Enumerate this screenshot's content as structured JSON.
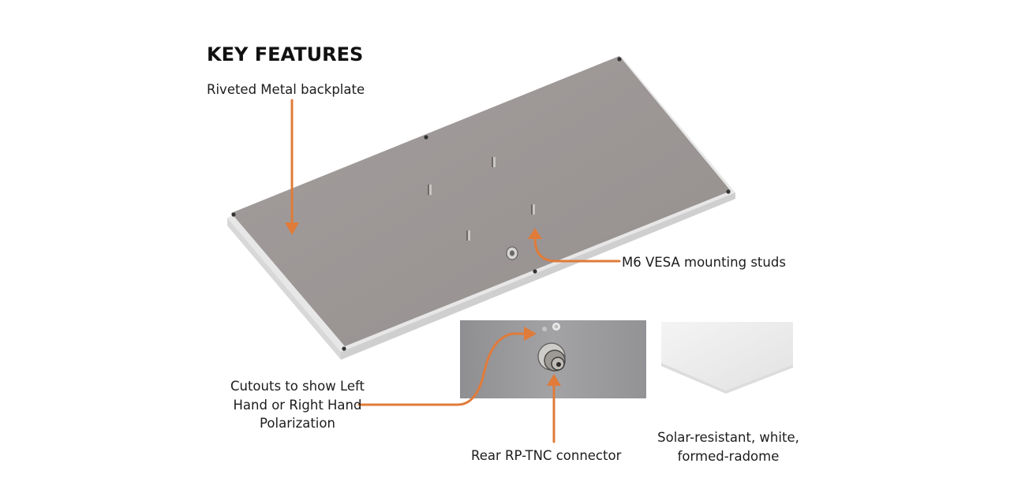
{
  "header": {
    "title": "KEY FEATURES"
  },
  "callouts": {
    "backplate": "Riveted Metal backplate",
    "studs": "M6 VESA mounting studs",
    "cutouts": [
      "Cutouts to show Left",
      "Hand or Right Hand",
      "Polarization"
    ],
    "connector": "Rear RP-TNC connector",
    "radome": [
      "Solar-resistant, white,",
      "formed-radome"
    ]
  },
  "colors": {
    "accent": "#e07b39",
    "plate": "#9d9897",
    "plate_edge": "#e6e6e6",
    "inset_metal": "#9a999b",
    "radome": "#eeeeee"
  }
}
